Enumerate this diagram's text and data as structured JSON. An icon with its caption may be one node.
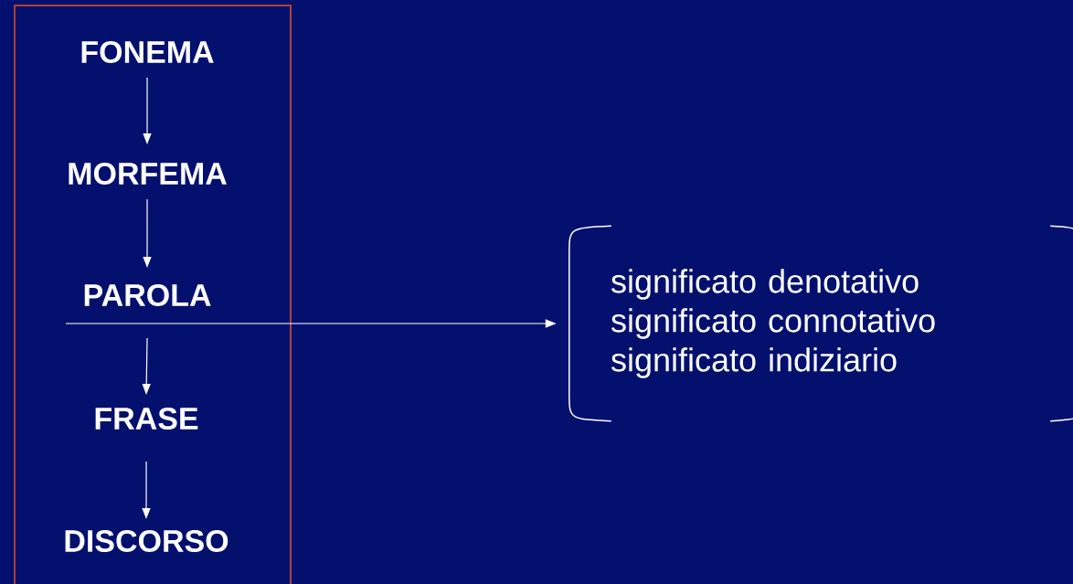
{
  "diagram": {
    "nodes": [
      {
        "text": [],
        "shape": "box"
      },
      {
        "text": [
          "FONEMA"
        ],
        "in": 0
      },
      {
        "text": [
          "MORFEMA"
        ],
        "in": 0
      },
      {
        "text": [
          "PAROLA"
        ],
        "in": 0
      },
      {
        "text": [
          "FRASE"
        ],
        "in": 0
      },
      {
        "text": [
          "DISCORSO"
        ],
        "in": 0
      },
      {
        "text": [
          "significato denotativo",
          "significato connotativo",
          "significato indiziario"
        ]
      }
    ],
    "edges": [
      {
        "from": 1,
        "to": 2,
        "arrow": "to"
      },
      {
        "from": 2,
        "to": 3,
        "arrow": "to"
      },
      {
        "from": 3,
        "to": 4,
        "arrow": "to"
      },
      {
        "from": 4,
        "to": 5,
        "arrow": "to"
      },
      {
        "from": 3,
        "to": 6,
        "arrow": "to"
      }
    ]
  }
}
